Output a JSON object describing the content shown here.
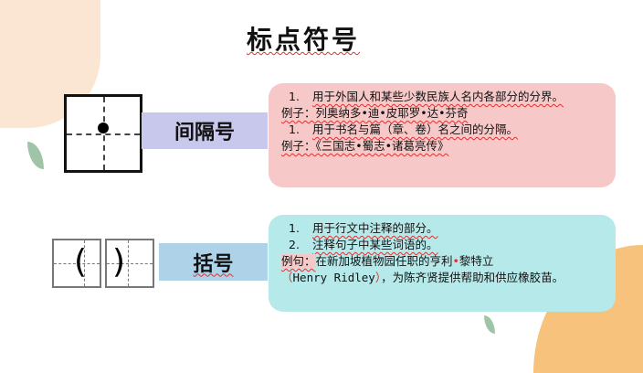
{
  "title": "标点符号",
  "sections": [
    {
      "label": "间隔号",
      "symbol": "•",
      "items": [
        {
          "num": "1.",
          "text": "用于外国人和某些少数民族人名内各部分的分界。"
        },
        {
          "example": "例子：列奥纳多•迪•皮耶罗•达•芬奇"
        },
        {
          "num": "1.",
          "text": "用于书名与篇（章、卷）名之间的分隔。"
        },
        {
          "example": "例子：《三国志•蜀志•诸葛亮传》"
        }
      ]
    },
    {
      "label": "括号",
      "symbol_left": "(",
      "symbol_right": ")",
      "items": [
        {
          "num": "1.",
          "text": "用于行文中注释的部分。"
        },
        {
          "num": "2.",
          "text": "注释句子中某些词语的。"
        }
      ],
      "example_label": "例句：",
      "example_part1": "在新加坡植物园任职的亨利",
      "example_dot": "•",
      "example_part2": "黎特立",
      "example_paren_open": "（",
      "example_paren_text": "Henry Ridley",
      "example_paren_close": "）",
      "example_part3": "，为陈齐贤提供帮助和供应橡胶苗。"
    }
  ],
  "colors": {
    "pink": "#f7c8c8",
    "cyan": "#b6e9ea",
    "label1": "#c8c8ec",
    "label2": "#aed3e8",
    "accent": "#e03030"
  }
}
